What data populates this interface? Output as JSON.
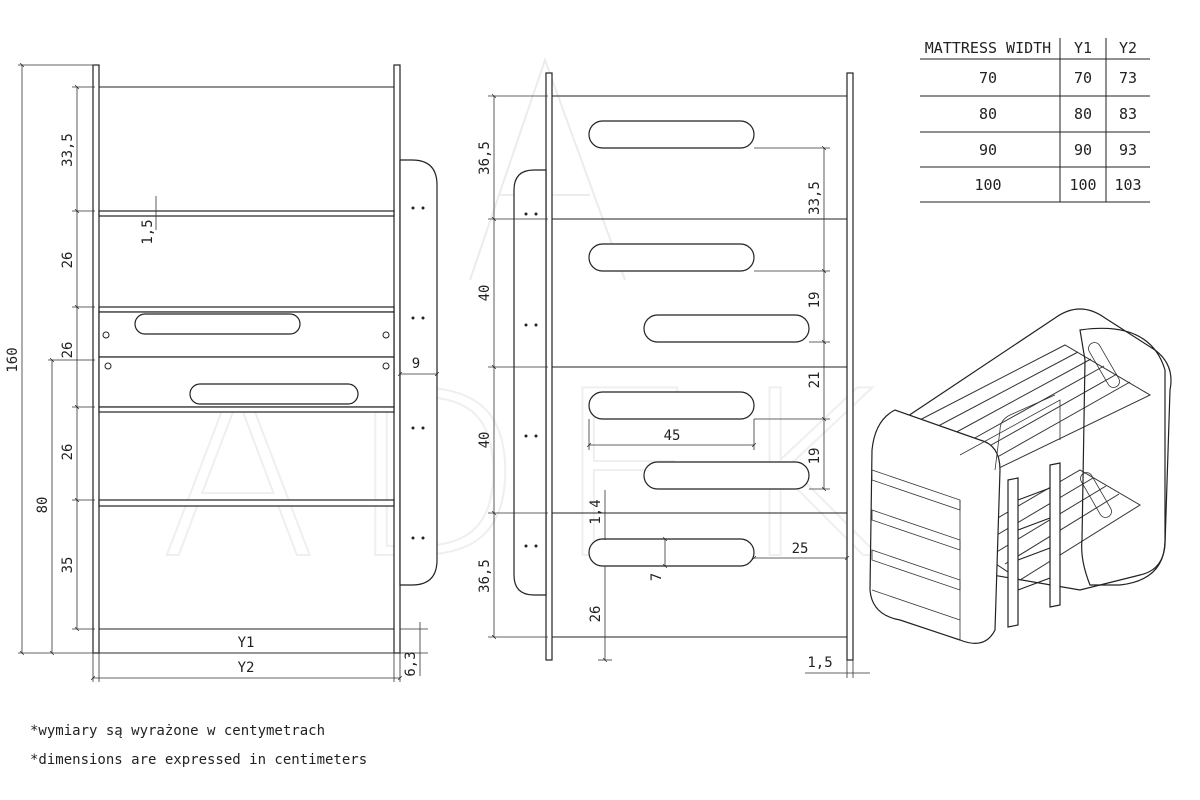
{
  "watermark": "ADEKO",
  "table": {
    "headers": [
      "MATTRESS WIDTH",
      "Y1",
      "Y2"
    ],
    "rows": [
      [
        "70",
        "70",
        "73"
      ],
      [
        "80",
        "80",
        "83"
      ],
      [
        "90",
        "90",
        "93"
      ],
      [
        "100",
        "100",
        "103"
      ]
    ]
  },
  "front_view": {
    "total_height": "160",
    "lower_height": "80",
    "segments": [
      "33,5",
      "26",
      "26",
      "26",
      "35"
    ],
    "board_thickness": "1,5",
    "ladder_offset": "9",
    "width_inner": "Y1",
    "width_outer": "Y2",
    "bottom_clearance": "6,3"
  },
  "side_view": {
    "left_segments": [
      "36,5",
      "40",
      "40",
      "36,5"
    ],
    "right_segments": [
      "33,5",
      "19",
      "21",
      "19"
    ],
    "slot_length": "45",
    "slot_gap_top": "1,4",
    "slot_height": "7",
    "slot_offset": "25",
    "bottom_height": "26",
    "board_thickness": "1,5"
  },
  "notes": [
    "*wymiary są wyrażone w centymetrach",
    "*dimensions are expressed in centimeters"
  ]
}
